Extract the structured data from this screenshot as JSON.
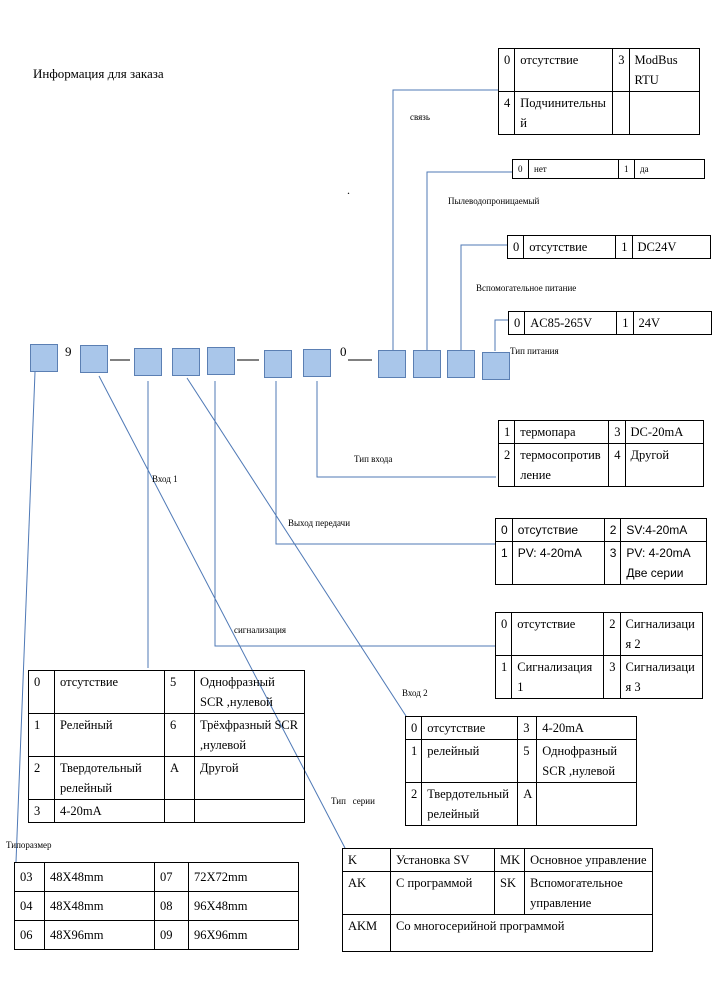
{
  "title": "Информация для заказа",
  "code": {
    "c1": "9",
    "c2": "0"
  },
  "labels": {
    "svyaz": "связь",
    "dust": "Пылеводопроницаемый",
    "aux": "Вспомогательное питание",
    "power": "Тип питания",
    "input": "Тип входа",
    "in1": "Вход 1",
    "transfer": "Выход передачи",
    "alarm": "сигнализация",
    "in2": "Вход 2",
    "series": "Тип   серии",
    "size": "Типоразмер"
  },
  "tables": {
    "comm": [
      [
        "0",
        "отсутствие",
        "3",
        "ModBus RTU"
      ],
      [
        "4",
        "Подчинительный",
        "",
        ""
      ]
    ],
    "dust": [
      [
        "0",
        "нет",
        "1",
        "да"
      ]
    ],
    "aux": [
      [
        "0",
        "отсутствие",
        "1",
        "DC24V"
      ]
    ],
    "power": [
      [
        "0",
        "AC85-265V",
        "1",
        "24V"
      ]
    ],
    "input": [
      [
        "1",
        "термопара",
        "3",
        "DC-20mA"
      ],
      [
        "2",
        "термосопротивление",
        "4",
        "Другой"
      ]
    ],
    "transfer": [
      [
        "0",
        "отсутствие",
        "2",
        "SV:4-20mA"
      ],
      [
        "1",
        "PV: 4-20mA",
        "3",
        "PV: 4-20mA Две серии"
      ]
    ],
    "alarm": [
      [
        "0",
        "отсутствие",
        "2",
        "Сигнализация 2"
      ],
      [
        "1",
        "Сигнализация 1",
        "3",
        "Сигнализация 3"
      ]
    ],
    "out1": [
      [
        "0",
        "отсутствие",
        "5",
        "Однофразный SCR ,нулевой"
      ],
      [
        "1",
        "Релейный",
        "6",
        "Трёхфразный SCR ,нулевой"
      ],
      [
        "2",
        "Твердотельный релейный",
        "A",
        "Другой"
      ],
      [
        "3",
        "4-20mA",
        "",
        ""
      ]
    ],
    "out2": [
      [
        "0",
        "отсутствие",
        "3",
        "4-20mA"
      ],
      [
        "1",
        "релейный",
        "5",
        "Однофразный SCR ,нулевой"
      ],
      [
        "2",
        "Твердотельный релейный",
        "A",
        ""
      ]
    ],
    "series": [
      [
        "K",
        "Установка SV",
        "MK",
        "Основное управление"
      ],
      [
        "AK",
        "С программой",
        "SK",
        "Вспомогательное управление"
      ],
      [
        "AKM",
        "Со многосерийной программой",
        "",
        ""
      ]
    ],
    "size": [
      [
        "03",
        "48X48mm",
        "07",
        "72X72mm"
      ],
      [
        "04",
        "48X48mm",
        "08",
        "96X48mm"
      ],
      [
        "06",
        "48X96mm",
        "09",
        "96X96mm"
      ]
    ]
  },
  "colors": {
    "box_fill": "#a9c6ea",
    "box_border": "#5b7fb3",
    "line": "#4f79b6"
  }
}
